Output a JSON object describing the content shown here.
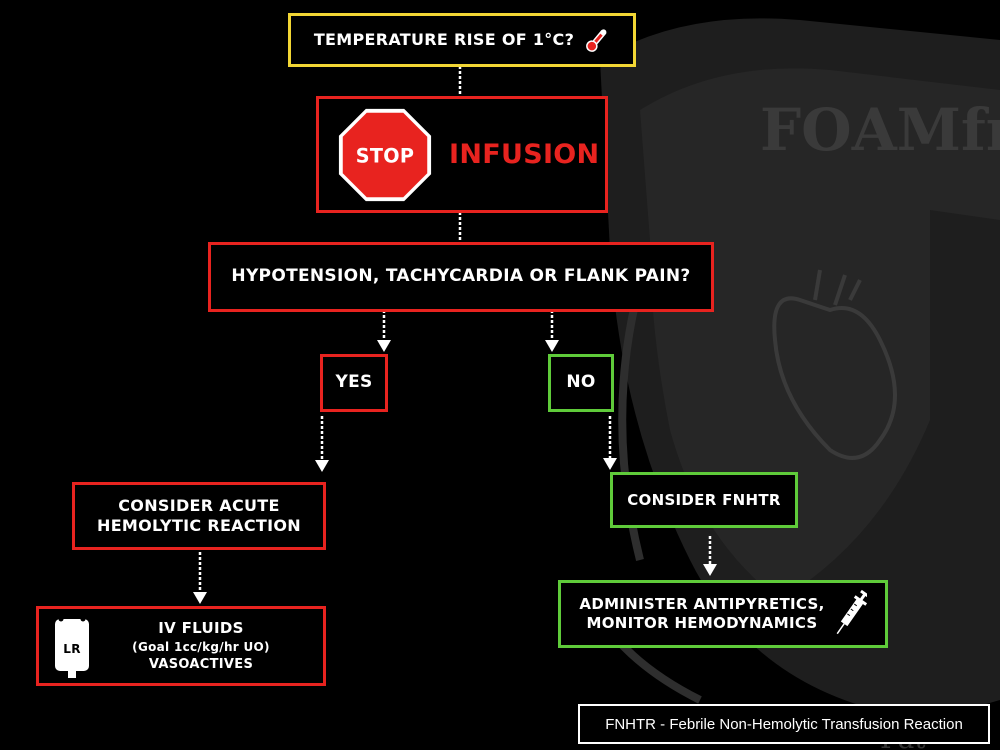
{
  "watermark": {
    "text": "FOAMfra",
    "footer": "Pat"
  },
  "nodes": {
    "temperature": {
      "label": "TEMPERATURE RISE OF 1°C?",
      "icon": "thermometer-icon"
    },
    "stop": {
      "sign": "STOP",
      "label": "INFUSION",
      "icon": "stop-sign-icon"
    },
    "question": {
      "label": "HYPOTENSION, TACHYCARDIA OR FLANK PAIN?"
    },
    "yes": {
      "label": "YES"
    },
    "no": {
      "label": "NO"
    },
    "acute": {
      "line1": "CONSIDER ACUTE",
      "line2": "HEMOLYTIC REACTION"
    },
    "fluids": {
      "line1": "IV FLUIDS",
      "line2": "(Goal 1cc/kg/hr UO)",
      "line3": "VASOACTIVES",
      "bag_label": "LR",
      "icon": "iv-bag-icon"
    },
    "fnhtr": {
      "label": "CONSIDER FNHTR"
    },
    "antipyretics": {
      "line1": "ADMINISTER ANTIPYRETICS,",
      "line2": "MONITOR HEMODYNAMICS",
      "icon": "syringe-icon"
    }
  },
  "legend": {
    "text": "FNHTR - Febrile Non-Hemolytic Transfusion Reaction"
  },
  "colors": {
    "red": "#e8231f",
    "yellow": "#f2d634",
    "green": "#5fcb3a",
    "background": "#000000"
  }
}
